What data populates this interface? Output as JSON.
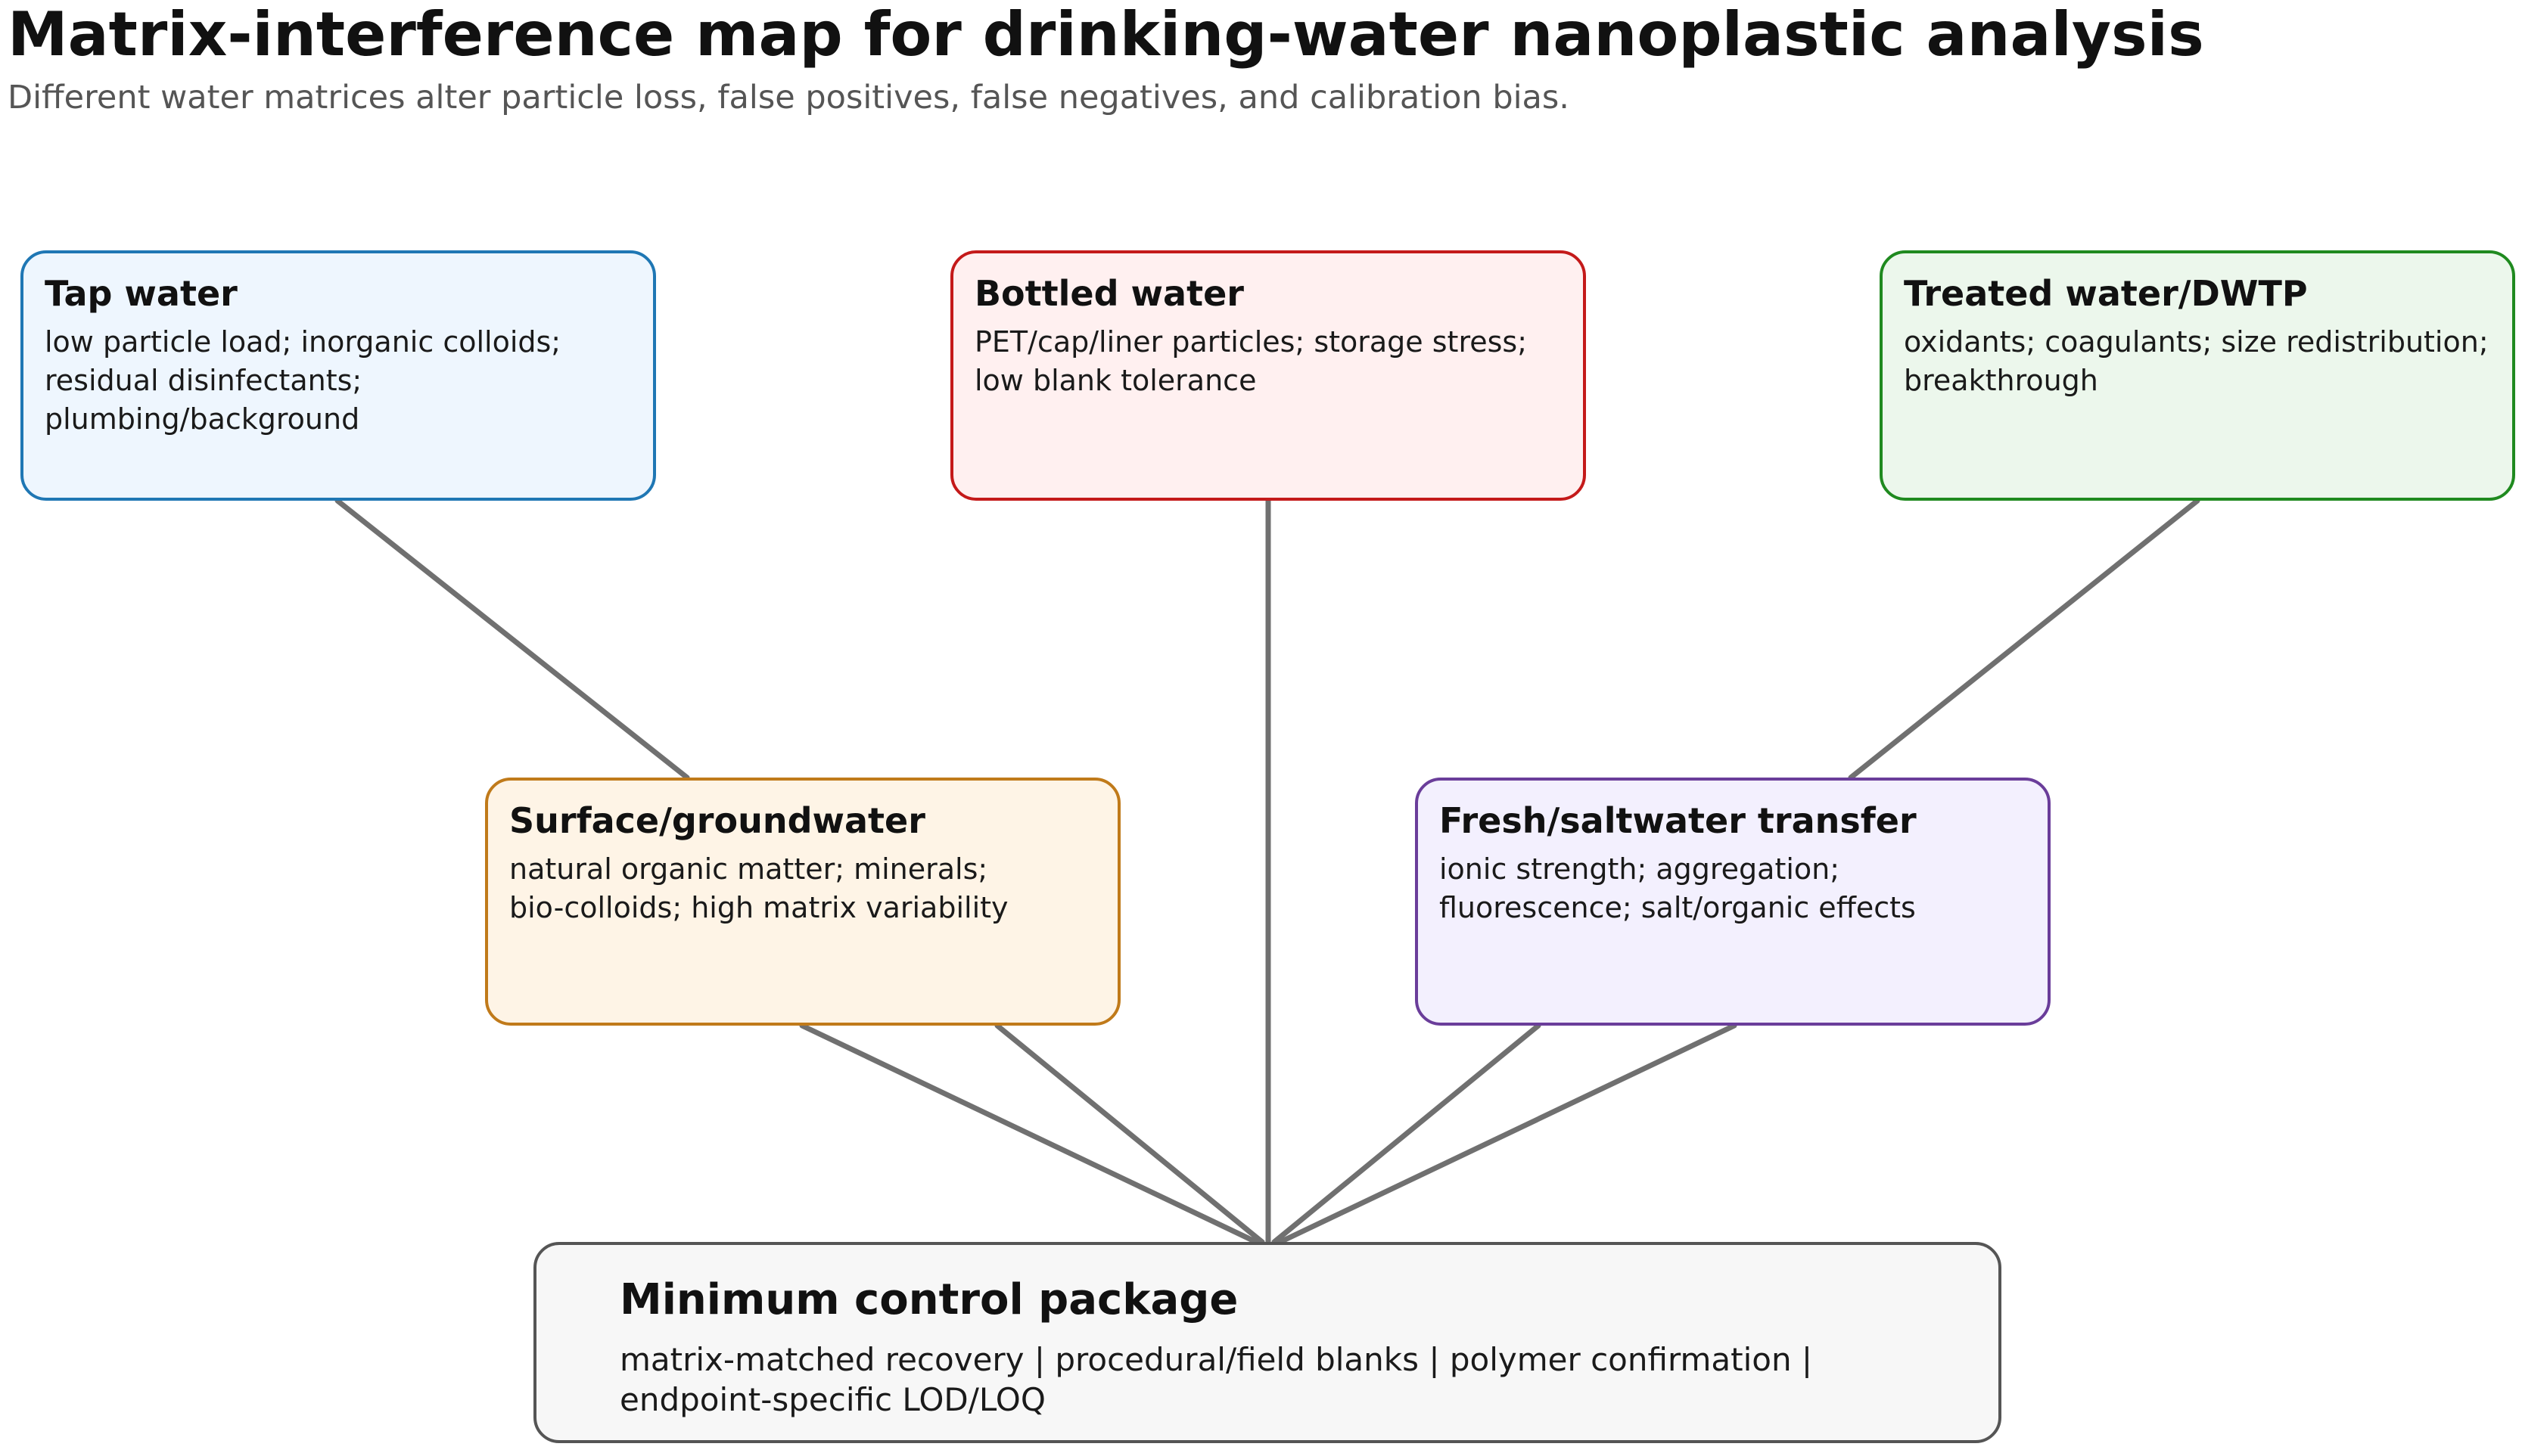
{
  "title": "Matrix-interference map for drinking-water nanoplastic analysis",
  "subtitle": "Different water matrices alter particle loss, false positives, false negatives, and calibration bias.",
  "connector_color": "#707070",
  "nodes": {
    "tap": {
      "title": "Tap water",
      "lines": [
        "low particle load; inorganic colloids;",
        "residual disinfectants;",
        "plumbing/background"
      ],
      "border": "#1f77b4",
      "fill": "#eef6fe"
    },
    "bottled": {
      "title": "Bottled water",
      "lines": [
        "PET/cap/liner particles; storage stress;",
        "low blank tolerance"
      ],
      "border": "#c41a1a",
      "fill": "#fff0f0"
    },
    "treated": {
      "title": "Treated water/DWTP",
      "lines": [
        "oxidants; coagulants; size redistribution;",
        "breakthrough"
      ],
      "border": "#1f8a1f",
      "fill": "#ecf7ec"
    },
    "surface": {
      "title": "Surface/groundwater",
      "lines": [
        "natural organic matter; minerals;",
        "bio-colloids; high matrix variability"
      ],
      "border": "#c07a1a",
      "fill": "#fef4e6"
    },
    "fresh": {
      "title": "Fresh/saltwater transfer",
      "lines": [
        "ionic strength; aggregation;",
        "fluorescence; salt/organic effects"
      ],
      "border": "#6a3d9a",
      "fill": "#f3f0fe"
    },
    "control": {
      "title": "Minimum control package",
      "lines": [
        "matrix-matched recovery | procedural/field blanks | polymer confirmation |",
        "endpoint-specific LOD/LOQ"
      ],
      "border": "#555555",
      "fill": "#f7f7f7"
    }
  },
  "edges": [
    {
      "from": "tap",
      "to": "surface"
    },
    {
      "from": "treated",
      "to": "fresh"
    },
    {
      "from": "bottled",
      "to": "control"
    },
    {
      "from": "surface",
      "to": "control"
    },
    {
      "from": "fresh",
      "to": "control"
    }
  ]
}
